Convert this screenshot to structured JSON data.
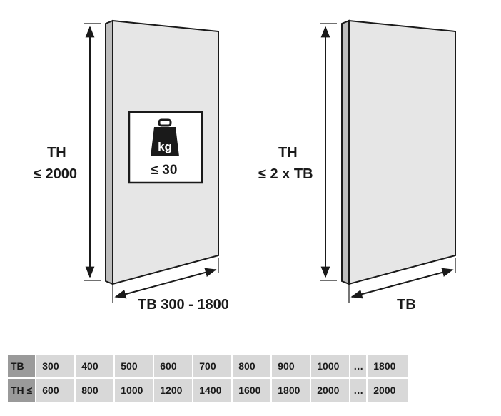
{
  "diagram": {
    "left_panel": {
      "height_label": "TH",
      "height_limit": "≤ 2000",
      "width_label": "TB 300 - 1800",
      "weight_unit": "kg",
      "weight_limit": "≤ 30",
      "weight_icon": "weight-kg-icon"
    },
    "right_panel": {
      "height_label": "TH",
      "height_limit": "≤ 2 x TB",
      "width_label": "TB"
    }
  },
  "table": {
    "rows": [
      {
        "header": "TB",
        "cells": [
          "300",
          "400",
          "500",
          "600",
          "700",
          "800",
          "900",
          "1000"
        ],
        "ellipsis": "…",
        "last": "1800"
      },
      {
        "header": "TH ≤",
        "cells": [
          "600",
          "800",
          "1000",
          "1200",
          "1400",
          "1600",
          "1800",
          "2000"
        ],
        "ellipsis": "…",
        "last": "2000"
      }
    ]
  },
  "colors": {
    "panel_face": "#e6e6e6",
    "panel_edge": "#bdbdbd",
    "header_cell": "#9a9a9a",
    "value_cell": "#d8d8d8",
    "ink": "#1a1a1a"
  }
}
